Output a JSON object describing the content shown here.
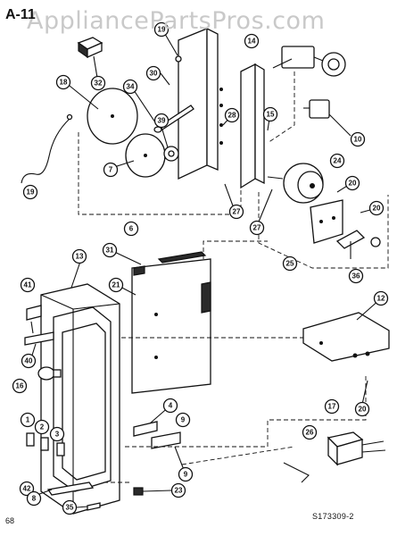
{
  "watermark": "AppliancePartsPros.com",
  "page_label": "A-11",
  "page_number": "68",
  "drawing_number": "S173309-2",
  "callouts": [
    {
      "id": "32",
      "label": "32"
    },
    {
      "id": "19a",
      "label": "19"
    },
    {
      "id": "30",
      "label": "30"
    },
    {
      "id": "14",
      "label": "14"
    },
    {
      "id": "18",
      "label": "18"
    },
    {
      "id": "34",
      "label": "34"
    },
    {
      "id": "28",
      "label": "28"
    },
    {
      "id": "15",
      "label": "15"
    },
    {
      "id": "10",
      "label": "10"
    },
    {
      "id": "39",
      "label": "39"
    },
    {
      "id": "7",
      "label": "7"
    },
    {
      "id": "19b",
      "label": "19"
    },
    {
      "id": "24",
      "label": "24"
    },
    {
      "id": "20a",
      "label": "20"
    },
    {
      "id": "27a",
      "label": "27"
    },
    {
      "id": "27b",
      "label": "27"
    },
    {
      "id": "20b",
      "label": "20"
    },
    {
      "id": "25",
      "label": "25"
    },
    {
      "id": "36",
      "label": "36"
    },
    {
      "id": "6",
      "label": "6"
    },
    {
      "id": "31",
      "label": "31"
    },
    {
      "id": "13",
      "label": "13"
    },
    {
      "id": "21",
      "label": "21"
    },
    {
      "id": "12",
      "label": "12"
    },
    {
      "id": "41",
      "label": "41"
    },
    {
      "id": "40",
      "label": "40"
    },
    {
      "id": "16",
      "label": "16"
    },
    {
      "id": "20c",
      "label": "20"
    },
    {
      "id": "4",
      "label": "4"
    },
    {
      "id": "9a",
      "label": "9"
    },
    {
      "id": "17",
      "label": "17"
    },
    {
      "id": "1",
      "label": "1"
    },
    {
      "id": "2",
      "label": "2"
    },
    {
      "id": "3",
      "label": "3"
    },
    {
      "id": "26",
      "label": "26"
    },
    {
      "id": "9b",
      "label": "9"
    },
    {
      "id": "42",
      "label": "42"
    },
    {
      "id": "8",
      "label": "8"
    },
    {
      "id": "23",
      "label": "23"
    },
    {
      "id": "35",
      "label": "35"
    }
  ]
}
